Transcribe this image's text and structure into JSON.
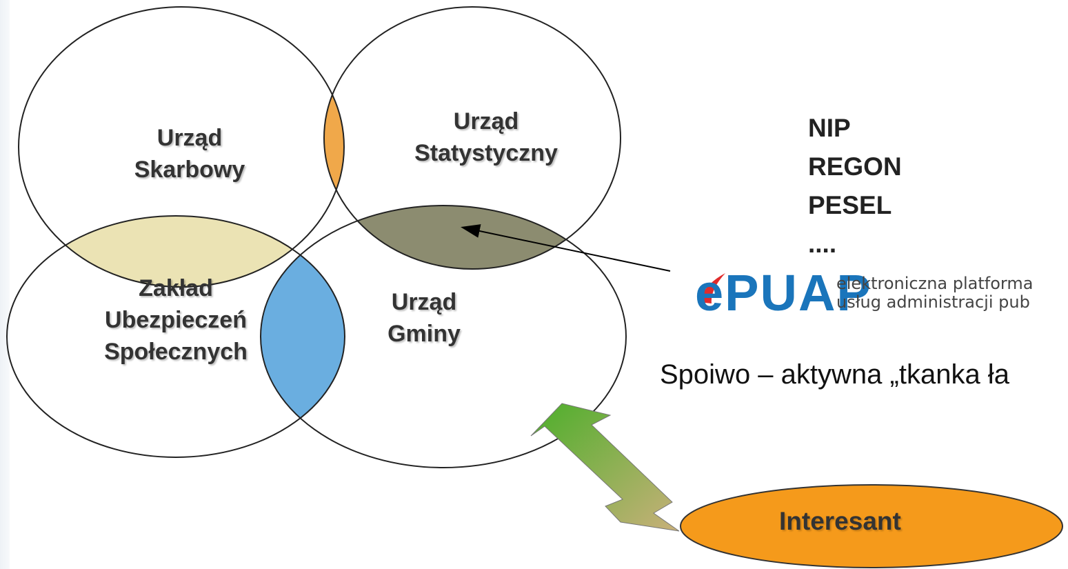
{
  "venn": {
    "skarbowy": [
      "Urząd",
      "Skarbowy"
    ],
    "statystyczny": [
      "Urząd",
      "Statystyczny"
    ],
    "zus": [
      "Zakład",
      "Ubezpieczeń",
      "Społecznych"
    ],
    "gminy": [
      "Urząd",
      "Gminy"
    ]
  },
  "identifiers": [
    "NIP",
    "REGON",
    "PESEL",
    "...."
  ],
  "logo": {
    "word": "ePUAP",
    "subtitle_line1": "elektroniczna platforma",
    "subtitle_line2": "usług administracji pub"
  },
  "caption": "Spoiwo – aktywna „tkanka ła",
  "interesant": "Interesant",
  "colors": {
    "orange_overlap": "#f0a84a",
    "olive_overlap": "#8c8c70",
    "tan_overlap": "#ebe3b4",
    "blue_overlap": "#6aaee0",
    "interesant_fill": "#f59a1b",
    "logo_blue": "#1a75bb",
    "logo_red": "#e02b2b"
  }
}
